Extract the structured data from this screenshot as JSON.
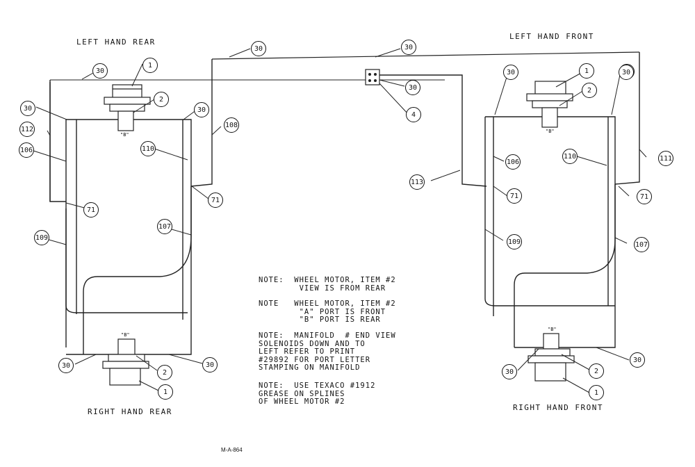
{
  "labels": {
    "left_rear": "LEFT HAND REAR",
    "left_front": "LEFT HAND FRONT",
    "right_rear": "RIGHT HAND REAR",
    "right_front": "RIGHT HAND FRONT",
    "port_b": "\"B\"",
    "drawing_no": "M-A-864"
  },
  "notes": [
    "NOTE:  WHEEL MOTOR, ITEM #2\n        VIEW IS FROM REAR",
    "NOTE   WHEEL MOTOR, ITEM #2\n        \"A\" PORT IS FRONT\n        \"B\" PORT IS REAR",
    "NOTE:  MANIFOLD  # END VIEW\nSOLENOIDS DOWN AND TO\nLEFT REFER TO PRINT\n#29892 FOR PORT LETTER\nSTAMPING ON MANIFOLD",
    "NOTE:  USE TEXACO #1912\nGREASE ON SPLINES\nOF WHEEL MOTOR #2"
  ],
  "balloons": [
    "1",
    "2",
    "30",
    "30",
    "30",
    "30",
    "112",
    "106",
    "108",
    "110",
    "71",
    "71",
    "107",
    "109",
    "30",
    "30",
    "2",
    "1",
    "30",
    "30",
    "30",
    "4",
    "1",
    "2",
    "30",
    "30",
    "113",
    "106",
    "71",
    "110",
    "111",
    "71",
    "109",
    "107",
    "30",
    "2",
    "1",
    "30"
  ]
}
